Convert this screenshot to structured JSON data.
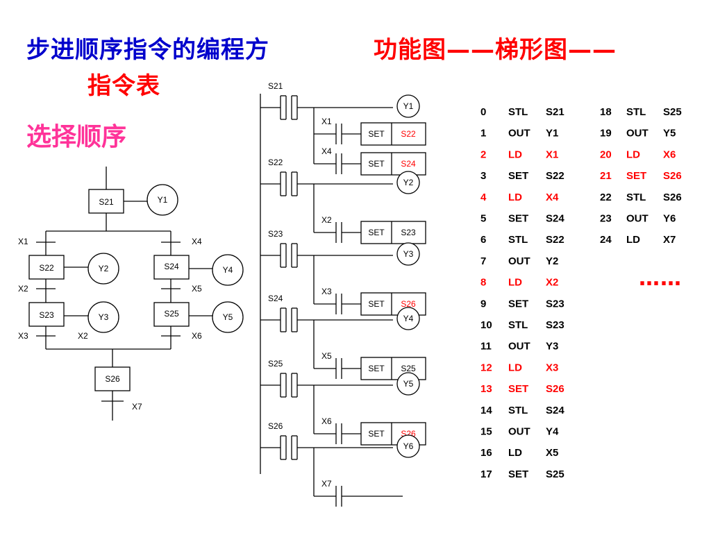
{
  "header": {
    "title_main": "步进顺序指令的编程方",
    "title_sub": "功能图——梯形图——",
    "title_sub2": "指令表",
    "subtitle": "选择顺序",
    "colors": {
      "blue": "#0000cc",
      "red": "#ff0000",
      "magenta": "#ff3399",
      "black": "#000000"
    }
  },
  "sfc": {
    "init_step": "S21",
    "init_output": "Y1",
    "branch_left": {
      "condition_in": "X1",
      "step1": "S22",
      "output1": "Y2",
      "condition_mid": "X2",
      "step2": "S23",
      "output2": "Y3",
      "condition_out": "X3"
    },
    "branch_right": {
      "condition_in": "X4",
      "step1": "S24",
      "output1": "Y4",
      "condition_mid": "X5",
      "step2": "S25",
      "output2": "Y5",
      "condition_out": "X6"
    },
    "merge_label": "X2",
    "final_step": "S26",
    "final_condition": "X7"
  },
  "ladder": {
    "set_label": "SET",
    "blocks": [
      {
        "stl": "S21",
        "coil": "Y1",
        "rungs": [
          {
            "contact": "X1",
            "target": "S22",
            "target_red": true
          },
          {
            "contact": "X4",
            "target": "S24",
            "target_red": true
          }
        ]
      },
      {
        "stl": "S22",
        "coil": "Y2",
        "rungs": [
          {
            "contact": "X2",
            "target": "S23",
            "target_red": false
          }
        ]
      },
      {
        "stl": "S23",
        "coil": "Y3",
        "rungs": [
          {
            "contact": "X3",
            "target": "S26",
            "target_red": true
          }
        ]
      },
      {
        "stl": "S24",
        "coil": "Y4",
        "rungs": [
          {
            "contact": "X5",
            "target": "S25",
            "target_red": false
          }
        ]
      },
      {
        "stl": "S25",
        "coil": "Y5",
        "rungs": [
          {
            "contact": "X6",
            "target": "S26",
            "target_red": true
          }
        ]
      },
      {
        "stl": "S26",
        "coil": "Y6",
        "rungs": [
          {
            "contact": "X7",
            "target": "",
            "target_red": false
          }
        ]
      }
    ]
  },
  "instructions": {
    "col1": [
      {
        "n": "0",
        "op": "STL",
        "arg": "S21",
        "red": false
      },
      {
        "n": "1",
        "op": "OUT",
        "arg": "Y1",
        "red": false
      },
      {
        "n": "2",
        "op": "LD",
        "arg": "X1",
        "red": true
      },
      {
        "n": "3",
        "op": "SET",
        "arg": "S22",
        "red": false
      },
      {
        "n": "4",
        "op": "LD",
        "arg": "X4",
        "red": true
      },
      {
        "n": "5",
        "op": "SET",
        "arg": "S24",
        "red": false
      },
      {
        "n": "6",
        "op": "STL",
        "arg": "S22",
        "red": false
      },
      {
        "n": "7",
        "op": "OUT",
        "arg": "Y2",
        "red": false
      },
      {
        "n": "8",
        "op": "LD",
        "arg": "X2",
        "red": true
      },
      {
        "n": "9",
        "op": "SET",
        "arg": "S23",
        "red": false
      },
      {
        "n": "10",
        "op": "STL",
        "arg": "S23",
        "red": false
      },
      {
        "n": "11",
        "op": "OUT",
        "arg": "Y3",
        "red": false
      },
      {
        "n": "12",
        "op": "LD",
        "arg": "X3",
        "red": true
      },
      {
        "n": "13",
        "op": "SET",
        "arg": "S26",
        "red": true
      },
      {
        "n": "14",
        "op": "STL",
        "arg": "S24",
        "red": false
      },
      {
        "n": "15",
        "op": "OUT",
        "arg": "Y4",
        "red": false
      },
      {
        "n": "16",
        "op": "LD",
        "arg": "X5",
        "red": false
      },
      {
        "n": "17",
        "op": "SET",
        "arg": "S25",
        "red": false
      }
    ],
    "col2": [
      {
        "n": "18",
        "op": "STL",
        "arg": "S25",
        "red": false
      },
      {
        "n": "19",
        "op": "OUT",
        "arg": "Y5",
        "red": false
      },
      {
        "n": "20",
        "op": "LD",
        "arg": "X6",
        "red": true
      },
      {
        "n": "21",
        "op": "SET",
        "arg": "S26",
        "red": true
      },
      {
        "n": "22",
        "op": "STL",
        "arg": "S26",
        "red": false
      },
      {
        "n": "23",
        "op": "OUT",
        "arg": "Y6",
        "red": false
      },
      {
        "n": "24",
        "op": "LD",
        "arg": "X7",
        "red": false
      }
    ],
    "ellipsis": "……"
  }
}
